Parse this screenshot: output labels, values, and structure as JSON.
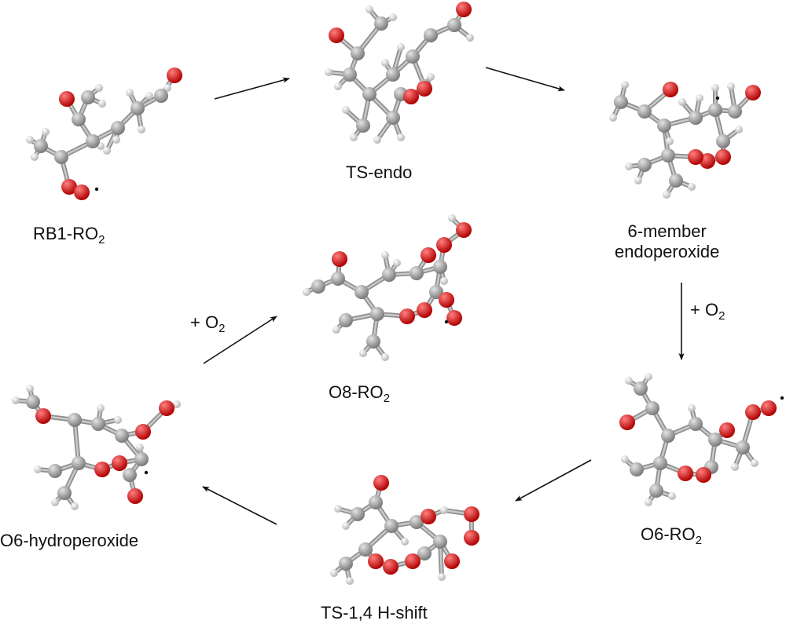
{
  "colors": {
    "carbon": "#8c8c8c",
    "carbon_light": "#d6d6d6",
    "oxygen": "#d10d0d",
    "oxygen_light": "#ff7a7a",
    "hydrogen": "#c4c4c4",
    "hydrogen_light": "#ffffff",
    "bond": "#9a9a9a",
    "arrow": "#111111",
    "text": "#111111"
  },
  "species": {
    "rb1_ro2": {
      "base": "RB1-RO",
      "sub": "2"
    },
    "ts_endo": {
      "text": "TS-endo"
    },
    "endoperoxide": {
      "line1": "6-member",
      "line2": "endoperoxide"
    },
    "o8_ro2": {
      "base": "O8-RO",
      "sub": "2"
    },
    "o6_ro2": {
      "base": "O6-RO",
      "sub": "2"
    },
    "ts_hshift": {
      "text": "TS-1,4 H-shift"
    },
    "o6_hydroperoxide": {
      "text": "O6-hydroperoxide"
    }
  },
  "reagents": {
    "o2_right": {
      "base": "+ O",
      "sub": "2"
    },
    "o2_left": {
      "base": "+ O",
      "sub": "2"
    }
  },
  "icons": [
    "arrow-icon",
    "molecule-icon",
    "radical-dot-icon"
  ]
}
